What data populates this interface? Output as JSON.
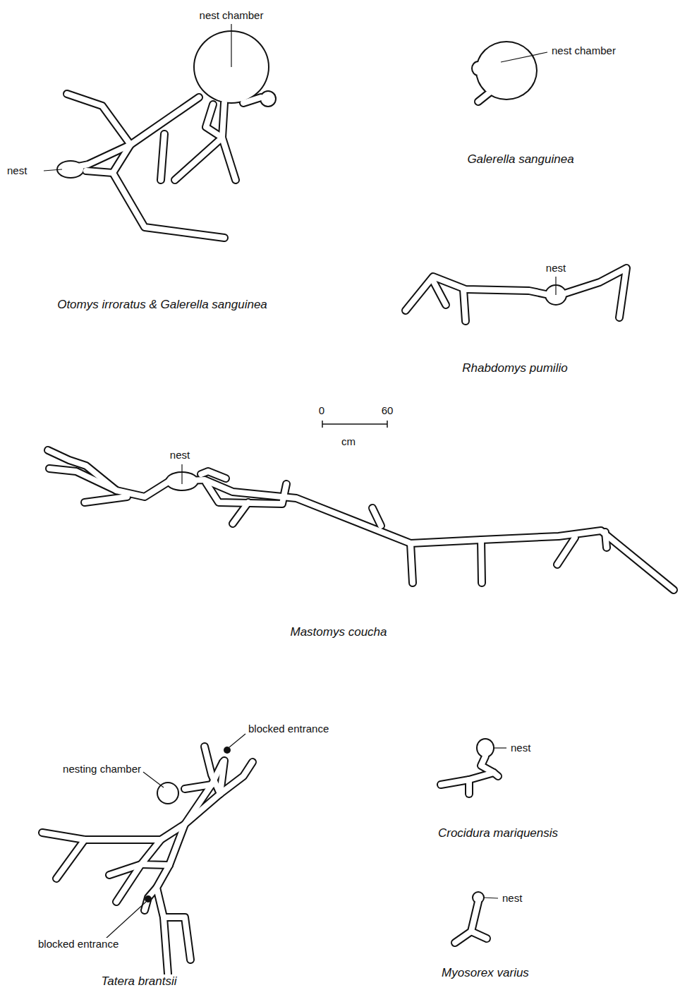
{
  "diagram": {
    "labels": [
      "nest chamber",
      "nest",
      "Otomys irroratus & Galerella sanguinea",
      "nest chamber",
      "Galerella sanguinea",
      "nest",
      "Rhabdomys pumilio",
      "0",
      "60",
      "cm",
      "nest",
      "Mastomys coucha",
      "blocked entrance",
      "nesting chamber",
      "blocked entrance",
      "Tatera brantsii",
      "nest",
      "Crocidura mariquensis",
      "nest",
      "Myosorex varius"
    ]
  }
}
